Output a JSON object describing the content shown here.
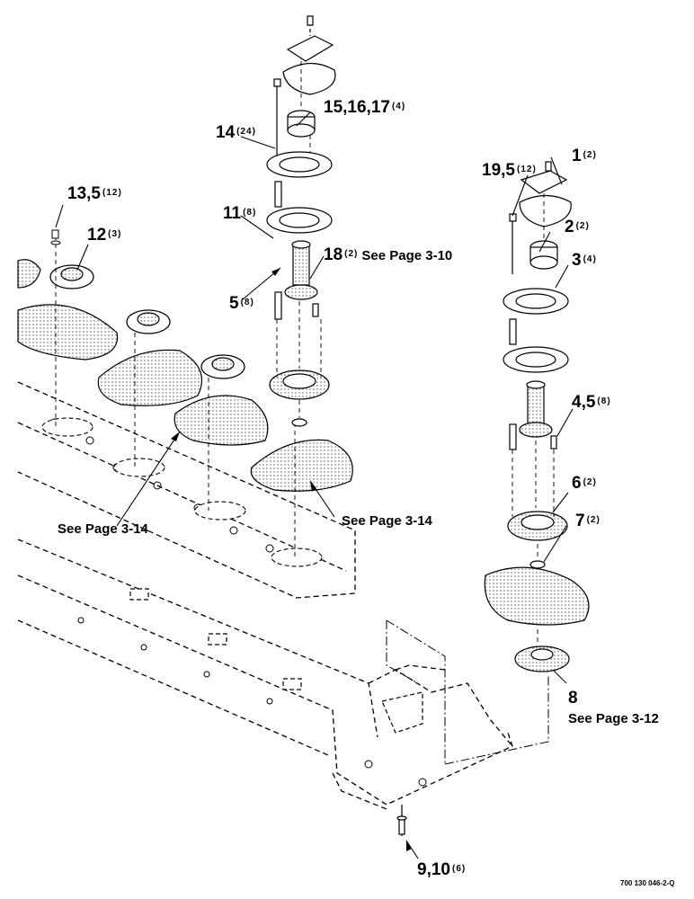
{
  "callouts": {
    "c1": {
      "num": "1",
      "qty": "(2)"
    },
    "c2": {
      "num": "2",
      "qty": "(2)"
    },
    "c3": {
      "num": "3",
      "qty": "(4)"
    },
    "c45": {
      "num": "4,5",
      "qty": "(8)"
    },
    "c5": {
      "num": "5",
      "qty": "(8)"
    },
    "c6": {
      "num": "6",
      "qty": "(2)"
    },
    "c7": {
      "num": "7",
      "qty": "(2)"
    },
    "c8": {
      "num": "8"
    },
    "c910": {
      "num": "9,10",
      "qty": "(6)"
    },
    "c11": {
      "num": "11",
      "qty": "(8)"
    },
    "c12": {
      "num": "12",
      "qty": "(3)"
    },
    "c135": {
      "num": "13,5",
      "qty": "(12)"
    },
    "c14": {
      "num": "14",
      "qty": "(24)"
    },
    "c151617": {
      "num": "15,16,17",
      "qty": "(4)"
    },
    "c18": {
      "num": "18",
      "qty": "(2)",
      "ref": "See Page 3-10"
    },
    "c195": {
      "num": "19,5",
      "qty": "(12)"
    }
  },
  "notes": {
    "see_3_14_left": "See Page 3-14",
    "see_3_14_right": "See Page 3-14",
    "see_3_12": "See Page 3-12"
  },
  "drawing_id": "700 130 046-2-Q"
}
